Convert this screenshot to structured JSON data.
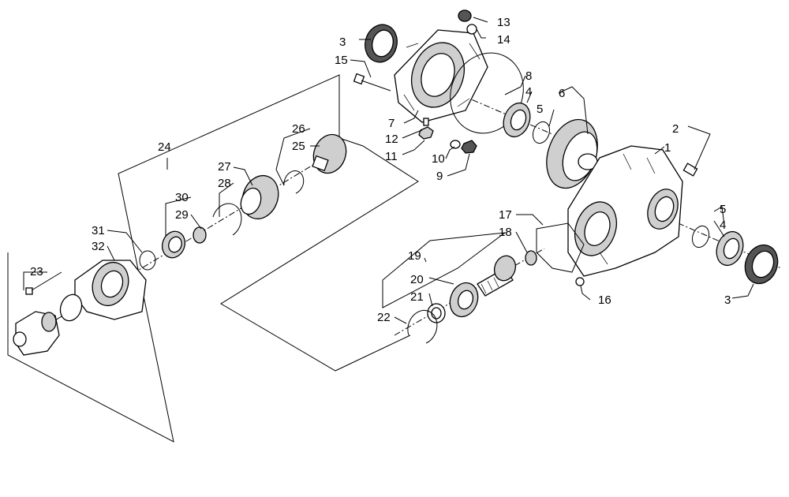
{
  "callouts": {
    "c1": "1",
    "c2": "2",
    "c3a": "3",
    "c3b": "3",
    "c4a": "4",
    "c4b": "4",
    "c5a": "5",
    "c5b": "5",
    "c6": "6",
    "c7": "7",
    "c8": "8",
    "c9": "9",
    "c10": "10",
    "c11": "11",
    "c12": "12",
    "c13": "13",
    "c14": "14",
    "c15": "15",
    "c16": "16",
    "c17": "17",
    "c18": "18",
    "c19": "19",
    "c20": "20",
    "c21": "21",
    "c22": "22",
    "c23": "23",
    "c24": "24",
    "c25": "25",
    "c26": "26",
    "c27": "27",
    "c28": "28",
    "c29": "29",
    "c30": "30",
    "c31": "31",
    "c32": "32"
  }
}
